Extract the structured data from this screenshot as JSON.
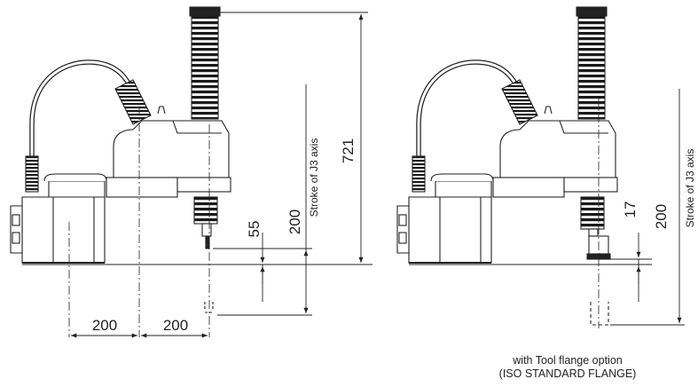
{
  "left_view": {
    "dim_total_height": "721",
    "dim_stroke_value": "200",
    "dim_stroke_label": "Stroke of J3 axis",
    "dim_tool_end": "55",
    "dim_reach_1": "200",
    "dim_reach_2": "200"
  },
  "right_view": {
    "dim_flange_offset": "17",
    "dim_stroke_value": "200",
    "dim_stroke_label": "Stroke of J3 axis"
  },
  "caption": {
    "line1": "with Tool flange option",
    "line2": "(ISO STANDARD FLANGE)"
  },
  "colors": {
    "line": "#222222",
    "bellows": "#1a1a1a"
  }
}
